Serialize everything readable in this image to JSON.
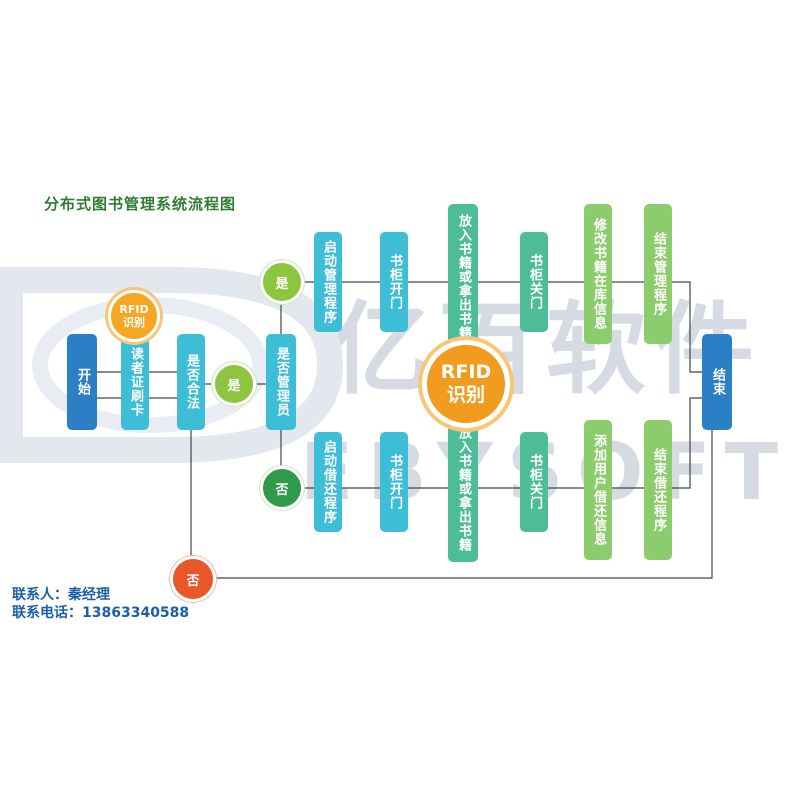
{
  "title": "分布式图书管理系统流程图",
  "watermark": {
    "cn": "亿百软件",
    "en": "EBYSOFT"
  },
  "colors": {
    "blue": "#2b7fc4",
    "teal": "#3dbdd6",
    "green": "#4dbd98",
    "lime": "#8ccc6c",
    "yes": "#8cc63f",
    "no": "#2f9a4a",
    "reject": "#e8562a",
    "rfid": "#f29c1f"
  },
  "nodes": {
    "start": "开始",
    "swipe_card": "读者证刷卡",
    "legal_check": "是否合法",
    "admin_check": "是否管理员",
    "end": "结束",
    "admin_start": "启动管理程序",
    "admin_open": "书柜开门",
    "admin_books": "放入书籍或拿出书籍",
    "admin_close": "书柜关门",
    "admin_modify": "修改书籍在库信息",
    "admin_end": "结束管理程序",
    "borrow_start": "启动借还程序",
    "borrow_open": "书柜开门",
    "borrow_books": "放入书籍或拿出书籍",
    "borrow_close": "书柜关门",
    "borrow_add": "添加用户借还信息",
    "borrow_end": "结束借还程序"
  },
  "decisions": {
    "legal_yes": "是",
    "legal_no": "否",
    "admin_yes": "是",
    "admin_no": "否"
  },
  "rfid": {
    "small_line1": "RFID",
    "small_line2": "识别",
    "big_line1": "RFID",
    "big_line2": "识别"
  },
  "contact": {
    "person": "联系人：秦经理",
    "phone": "联系电话：13863340588"
  }
}
